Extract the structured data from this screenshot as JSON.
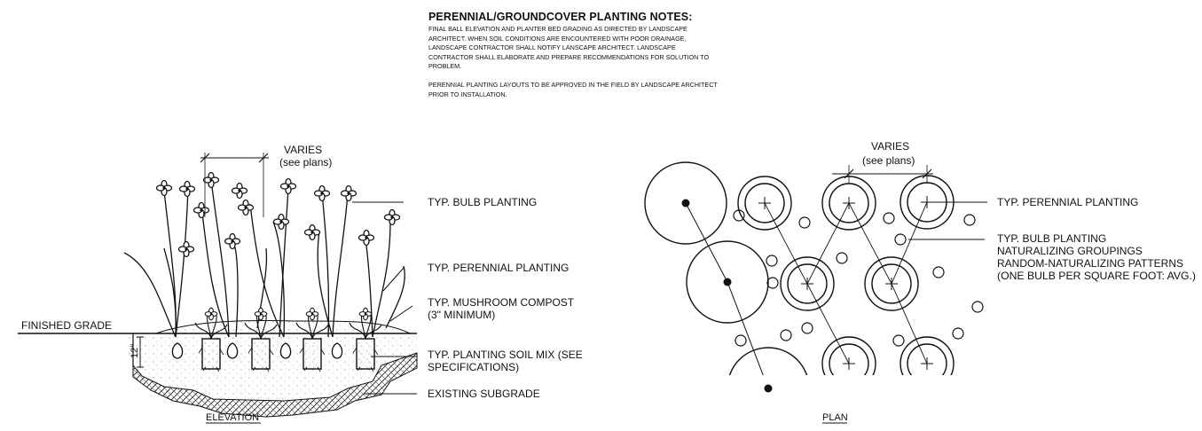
{
  "notes": {
    "heading": "PERENNIAL/GROUNDCOVER PLANTING NOTES:",
    "paragraph1": "FINAL BALL ELEVATION AND PLANTER BED GRADING AS DIRECTED BY LANDSCAPE ARCHITECT.  WHEN SOIL CONDITIONS ARE ENCOUNTERED WITH POOR DRAINAGE, LANDSCAPE CONTRACTOR SHALL NOTIFY LANSCAPE ARCHITECT. LANDSCAPE CONTRACTOR SHALL ELABORATE AND PREPARE RECOMMENDATIONS FOR SOLUTION TO PROBLEM.",
    "paragraph2": "PERENNIAL PLANTING LAYOUTS TO BE APPROVED IN THE FIELD BY LANDSCAPE ARCHITECT PRIOR TO INSTALLATION."
  },
  "elevation": {
    "varies_line1": "VARIES",
    "varies_line2": "(see plans)",
    "finished_grade": "FINISHED GRADE",
    "depth_dim": "12\"",
    "callouts": {
      "bulb": "TYP. BULB PLANTING",
      "perennial": "TYP. PERENNIAL PLANTING",
      "compost_line1": "TYP. MUSHROOM COMPOST",
      "compost_line2": "(3\" MINIMUM)",
      "soil_line1": "TYP. PLANTING SOIL MIX (SEE",
      "soil_line2": "SPECIFICATIONS)",
      "subgrade": "EXISTING SUBGRADE"
    },
    "title": "ELEVATION"
  },
  "plan": {
    "varies_line1": "VARIES",
    "varies_line2": "(see plans)",
    "callouts": {
      "perennial": "TYP. PERENNIAL PLANTING",
      "bulb_line1": "TYP. BULB PLANTING",
      "bulb_line2": "NATURALIZING GROUPINGS",
      "bulb_line3": "RANDOM-NATURALIZING PATTERNS",
      "bulb_line4": "(ONE BULB PER SQUARE FOOT: AVG.)"
    },
    "title": "PLAN"
  }
}
